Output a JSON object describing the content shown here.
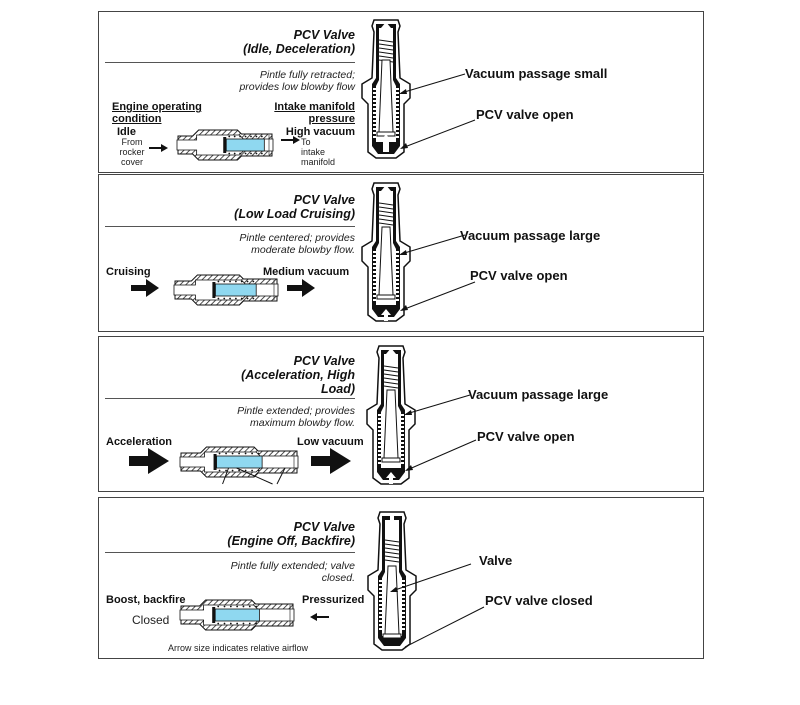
{
  "panels": [
    {
      "title_line1": "PCV Valve",
      "title_line2": "(Idle, Deceleration)",
      "description_line1": "Pintle fully retracted;",
      "description_line2": "provides low blowby flow",
      "engine_condition_header_line1": "Engine operating",
      "engine_condition_header_line2": "condition",
      "manifold_header_line1": "Intake manifold",
      "manifold_header_line2": "pressure",
      "condition": "Idle",
      "source_line1": "From",
      "source_line2": "rocker",
      "source_line3": "cover",
      "pressure": "High vacuum",
      "dest_line1": "To",
      "dest_line2": "intake",
      "dest_line3": "manifold",
      "callout_upper": "Vacuum passage small",
      "callout_lower": "PCV valve open",
      "pintle_state": "retracted"
    },
    {
      "title_line1": "PCV Valve",
      "title_line2": "(Low Load Cruising)",
      "description_line1": "Pintle centered; provides",
      "description_line2": "moderate blowby flow.",
      "condition": "Cruising",
      "pressure": "Medium vacuum",
      "callout_upper": "Vacuum passage large",
      "callout_lower": "PCV valve open",
      "pintle_state": "centered"
    },
    {
      "title_line1": "PCV Valve",
      "title_line2": "(Acceleration, High",
      "title_line3": "Load)",
      "description_line1": "Pintle extended; provides",
      "description_line2": "maximum blowby flow.",
      "condition": "Acceleration",
      "pressure": "Low vacuum",
      "callout_upper": "Vacuum passage large",
      "callout_lower": "PCV valve open",
      "pintle_state": "extended"
    },
    {
      "title_line1": "PCV Valve",
      "title_line2": "(Engine Off, Backfire)",
      "description_line1": "Pintle fully extended; valve",
      "description_line2": "closed.",
      "condition": "Boost, backfire",
      "condition_sub": "Closed",
      "pressure": "Pressurized",
      "callout_upper": "Valve",
      "callout_lower": "PCV valve closed",
      "pintle_state": "fully-extended",
      "footnote": "Arrow size indicates relative airflow"
    }
  ],
  "colors": {
    "pintle": "#8fd8f0",
    "ink": "#111111",
    "border": "#444444"
  }
}
